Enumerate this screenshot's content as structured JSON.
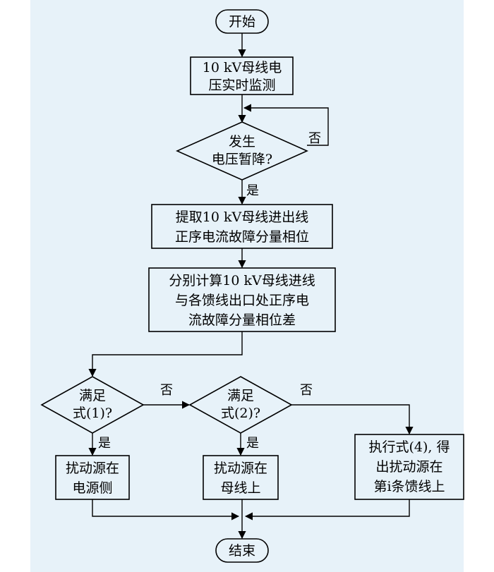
{
  "flowchart": {
    "start": "开始",
    "monitor": [
      "10 kV母线电",
      "压实时监测"
    ],
    "sag_decision": [
      "发生",
      "电压暂降?"
    ],
    "sag_no": "否",
    "sag_yes": "是",
    "extract": [
      "提取10 kV母线进出线",
      "正序电流故障分量相位"
    ],
    "compute": [
      "分别计算10 kV母线进线",
      "与各馈线出口处正序电",
      "流故障分量相位差"
    ],
    "cond1": [
      "满足",
      "式(1)?"
    ],
    "cond1_no": "否",
    "cond1_yes": "是",
    "cond2": [
      "满足",
      "式(2)?"
    ],
    "cond2_no": "否",
    "cond2_yes": "是",
    "result1": [
      "扰动源在",
      "电源侧"
    ],
    "result2": [
      "扰动源在",
      "母线上"
    ],
    "result3": [
      "执行式(4), 得",
      "出扰动源在",
      "第i条馈线上"
    ],
    "end": "结束"
  }
}
